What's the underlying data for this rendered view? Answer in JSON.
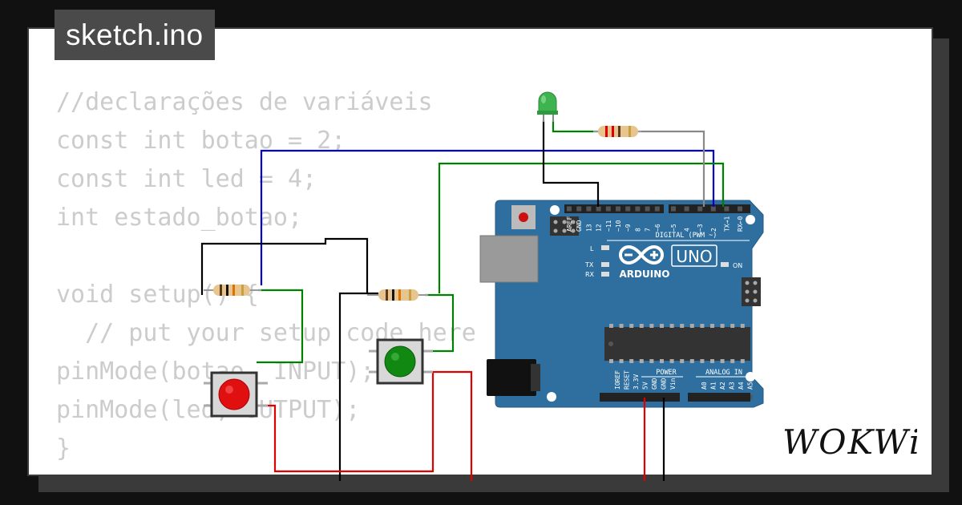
{
  "file": {
    "title": "sketch.ino"
  },
  "code": {
    "lines": [
      "//declarações de variáveis",
      "const int botao = 2;",
      "const int led = 4;",
      "int estado_botao;",
      "",
      "void setup() {",
      "  // put your setup code here",
      "pinMode(botao, INPUT);",
      "pinMode(led, OUTPUT);",
      "}"
    ]
  },
  "board": {
    "logo_text": "ARDUINO",
    "model": "UNO",
    "digital_header": "DIGITAL (PWM ~)",
    "digital_pins": [
      "AREF",
      "GND",
      "13",
      "12",
      "~11",
      "~10",
      "~9",
      "8",
      "7",
      "~6",
      "~5",
      "4",
      "~3",
      "2",
      "TX→1",
      "RX←0"
    ],
    "led_labels": [
      "L",
      "TX",
      "RX",
      "ON"
    ],
    "power_header": "POWER",
    "power_pins": [
      "IOREF",
      "RESET",
      "3.3V",
      "5V",
      "GND",
      "GND",
      "Vin"
    ],
    "analog_header": "ANALOG IN",
    "analog_pins": [
      "A0",
      "A1",
      "A2",
      "A3",
      "A4",
      "A5"
    ]
  },
  "brand": {
    "name": "WOKWi"
  },
  "colors": {
    "board": "#2e6fa0",
    "wire_blue": "#0000cc",
    "wire_green": "#008000",
    "wire_red": "#e00000",
    "wire_black": "#000000",
    "wire_gray": "#888888",
    "led_green": "#3fb34f",
    "button_red": "#e01010",
    "button_green": "#118811"
  }
}
